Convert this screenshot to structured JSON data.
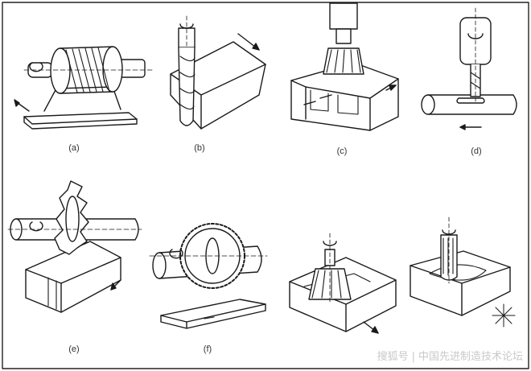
{
  "panels": [
    {
      "id": "a",
      "label": "(a)"
    },
    {
      "id": "b",
      "label": "(b)"
    },
    {
      "id": "c",
      "label": "(c)"
    },
    {
      "id": "d",
      "label": "(d)"
    },
    {
      "id": "e",
      "label": "(e)"
    },
    {
      "id": "f",
      "label": "(f)"
    },
    {
      "id": "g",
      "label": ""
    },
    {
      "id": "h",
      "label": ""
    }
  ],
  "watermark": {
    "brand": "搜狐号",
    "name": "中国先进制造技术论坛"
  }
}
